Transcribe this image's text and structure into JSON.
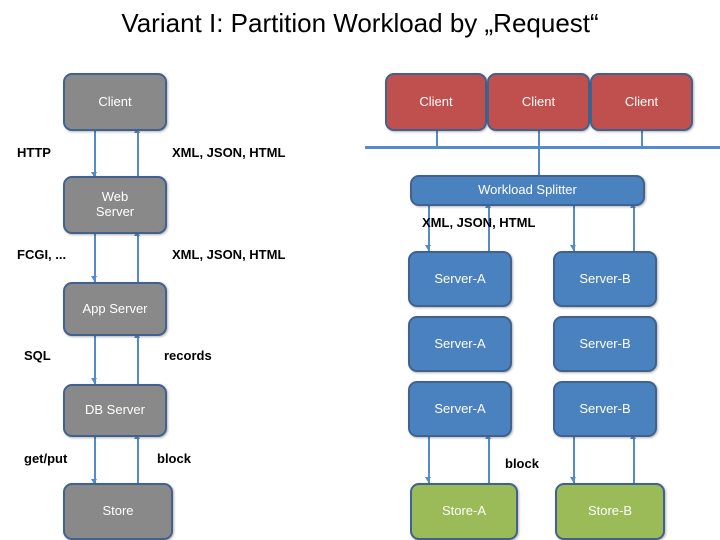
{
  "slide": {
    "title": "Variant I: Partition Workload by „Request“"
  },
  "colors": {
    "gray_node": "#898989",
    "red_node": "#C0504D",
    "blue_node": "#4A81BF",
    "green_node": "#9BBB59",
    "node_border": "#41618F",
    "connector": "#548BCB",
    "title_text": "#000000",
    "node_text": "#FFFFFF"
  },
  "left_diagram": {
    "nodes": [
      {
        "id": "client",
        "label": "Client"
      },
      {
        "id": "web-server",
        "label": "Web\nServer",
        "line1": "Web",
        "line2": "Server"
      },
      {
        "id": "app-server",
        "label": "App Server"
      },
      {
        "id": "db-server",
        "label": "DB Server"
      },
      {
        "id": "store",
        "label": "Store"
      }
    ],
    "edge_labels": [
      {
        "id": "http",
        "text": "HTTP"
      },
      {
        "id": "xml-1",
        "text": "XML, JSON, HTML"
      },
      {
        "id": "fcgi",
        "text": "FCGI, ..."
      },
      {
        "id": "xml-2",
        "text": "XML, JSON, HTML"
      },
      {
        "id": "sql",
        "text": "SQL"
      },
      {
        "id": "records",
        "text": "records"
      },
      {
        "id": "getput",
        "text": "get/put"
      },
      {
        "id": "block-left",
        "text": "block"
      }
    ]
  },
  "right_diagram": {
    "clients": [
      {
        "id": "client-1",
        "label": "Client"
      },
      {
        "id": "client-2",
        "label": "Client"
      },
      {
        "id": "client-3",
        "label": "Client"
      }
    ],
    "splitter": {
      "id": "workload-splitter",
      "label": "Workload Splitter"
    },
    "edge_labels": [
      {
        "id": "xml-right",
        "text": "XML, JSON, HTML"
      },
      {
        "id": "block-right",
        "text": "block"
      }
    ],
    "server_columns": [
      {
        "id": "column-a",
        "servers": [
          {
            "id": "server-a-1",
            "label": "Server-A"
          },
          {
            "id": "server-a-2",
            "label": "Server-A"
          },
          {
            "id": "server-a-3",
            "label": "Server-A"
          }
        ],
        "store": {
          "id": "store-a",
          "label": "Store-A"
        }
      },
      {
        "id": "column-b",
        "servers": [
          {
            "id": "server-b-1",
            "label": "Server-B"
          },
          {
            "id": "server-b-2",
            "label": "Server-B"
          },
          {
            "id": "server-b-3",
            "label": "Server-B"
          }
        ],
        "store": {
          "id": "store-b",
          "label": "Store-B"
        }
      }
    ]
  }
}
